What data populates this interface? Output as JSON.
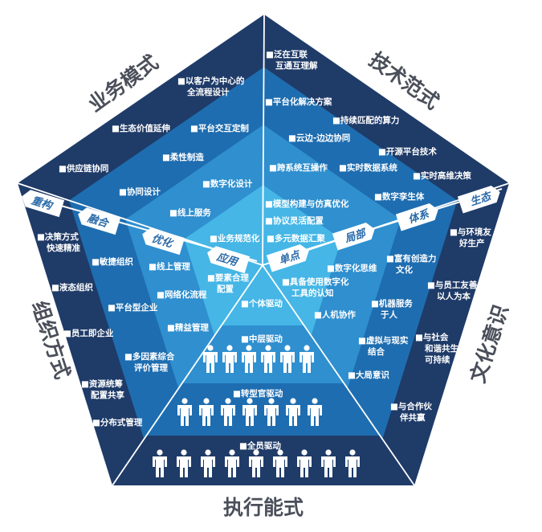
{
  "colors": {
    "layer_outer": "#1f3b68",
    "layer_2": "#1e6db0",
    "layer_3": "#2f8fcf",
    "layer_inner": "#45b6e6",
    "title_text": "#4a4f5a",
    "tag_text": "#2a6aa8"
  },
  "dimensions": {
    "top_left": "业务模式",
    "top_right": "技术范式",
    "left": "组织方式",
    "right": "文化意识",
    "bottom": "执行能式"
  },
  "tags_left": [
    "重构",
    "融合",
    "优化",
    "应用"
  ],
  "tags_right": [
    "单点",
    "局部",
    "体系",
    "生态"
  ],
  "business_items": [
    [
      "■以客户为中心的",
      "全流程设计"
    ],
    [
      "■生态价值延伸"
    ],
    [
      "■平台交互定制"
    ],
    [
      "■柔性制造"
    ],
    [
      "■供应链协同"
    ],
    [
      "■数字化设计"
    ],
    [
      "■协同设计"
    ],
    [
      "■线上服务"
    ],
    [
      "■业务规范化"
    ]
  ],
  "tech_items": [
    [
      "■泛在互联",
      "互通互理解"
    ],
    [
      "■平台化解决方案"
    ],
    [
      "■持续匹配的算力"
    ],
    [
      "■云边-边边协同"
    ],
    [
      "■开源平台技术"
    ],
    [
      "■跨系统互操作"
    ],
    [
      "■实时数据系统"
    ],
    [
      "■实时高维决策"
    ],
    [
      "■数字孪生体"
    ],
    [
      "■模型构建与仿真优化"
    ],
    [
      "■协议灵活配置"
    ],
    [
      "■多元数据汇聚"
    ]
  ],
  "org_items": [
    [
      "■决策方式",
      "快速精准"
    ],
    [
      "■敏捷组织"
    ],
    [
      "■线上管理"
    ],
    [
      "■要素合理",
      "配置"
    ],
    [
      "■液态组织"
    ],
    [
      "■网络化流程"
    ],
    [
      "■平台型企业"
    ],
    [
      "■精益管理"
    ],
    [
      "■员工即企业"
    ],
    [
      "■多因素综合",
      "评价管理"
    ],
    [
      "■资源统筹",
      "配置共享"
    ],
    [
      "■分布式管理"
    ]
  ],
  "culture_items": [
    [
      "■与环境友",
      "好生产"
    ],
    [
      "■富有创造力",
      "文化"
    ],
    [
      "■数字化思维"
    ],
    [
      "■具备使用数字化",
      "工具的认知"
    ],
    [
      "■与员工友善",
      "以人为本"
    ],
    [
      "■机器服务",
      "于人"
    ],
    [
      "■人机协作"
    ],
    [
      "■虚拟与现实",
      "结合"
    ],
    [
      "■与社会",
      "和谐共生",
      "可持续"
    ],
    [
      "■大局意识"
    ],
    [
      "■与合作伙",
      "伴共赢"
    ]
  ],
  "execution_bands": [
    {
      "label": "■个体驱动",
      "people_count": 0
    },
    {
      "label": "■中层驱动",
      "people_count": 6
    },
    {
      "label": "■转型官驱动",
      "people_count": 7
    },
    {
      "label": "■全员驱动",
      "people_count": 9
    }
  ]
}
